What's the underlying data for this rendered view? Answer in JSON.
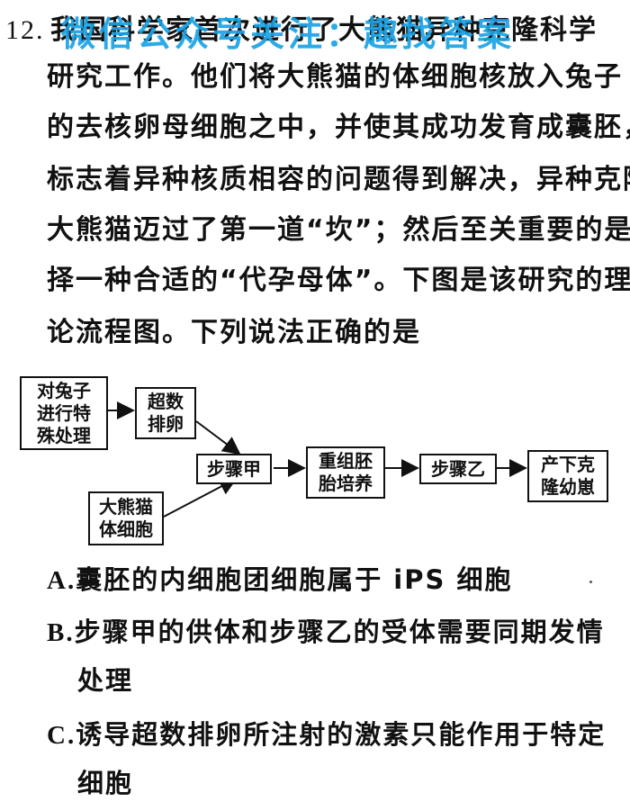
{
  "question": {
    "number": "12.",
    "lines": [
      "我国科学家首次进行了大熊猫异种克隆科学",
      "研究工作。他们将大熊猫的体细胞核放入兔子",
      "的去核卵母细胞之中，并使其成功发育成囊胚，",
      "标志着异种核质相容的问题得到解决，异种克隆",
      "大熊猫迈过了第一道“坎”；然后至关重要的是选",
      "择一种合适的“代孕母体”。下图是该研究的理",
      "论流程图。下列说法正确的是"
    ]
  },
  "watermark": "微信公众号关注：趣找答案",
  "flowchart": {
    "box_rabbit": "对兔子\n进行特\n殊处理",
    "box_superovulation": "超数\n排卵",
    "box_step_a": "步骤甲",
    "box_panda": "大熊猫\n体细胞",
    "box_embryo": "重组胚\n胎培养",
    "box_step_b": "步骤乙",
    "box_offspring": "产下克\n隆幼崽"
  },
  "options": [
    {
      "label": "A.",
      "text": "囊胚的内细胞团细胞属于 iPS 细胞"
    },
    {
      "label": "B.",
      "text": "步骤甲的供体和步骤乙的受体需要同期发情",
      "cont": "处理"
    },
    {
      "label": "C.",
      "text": "诱导超数排卵所注射的激素只能作用于特定",
      "cont": "细胞"
    }
  ]
}
